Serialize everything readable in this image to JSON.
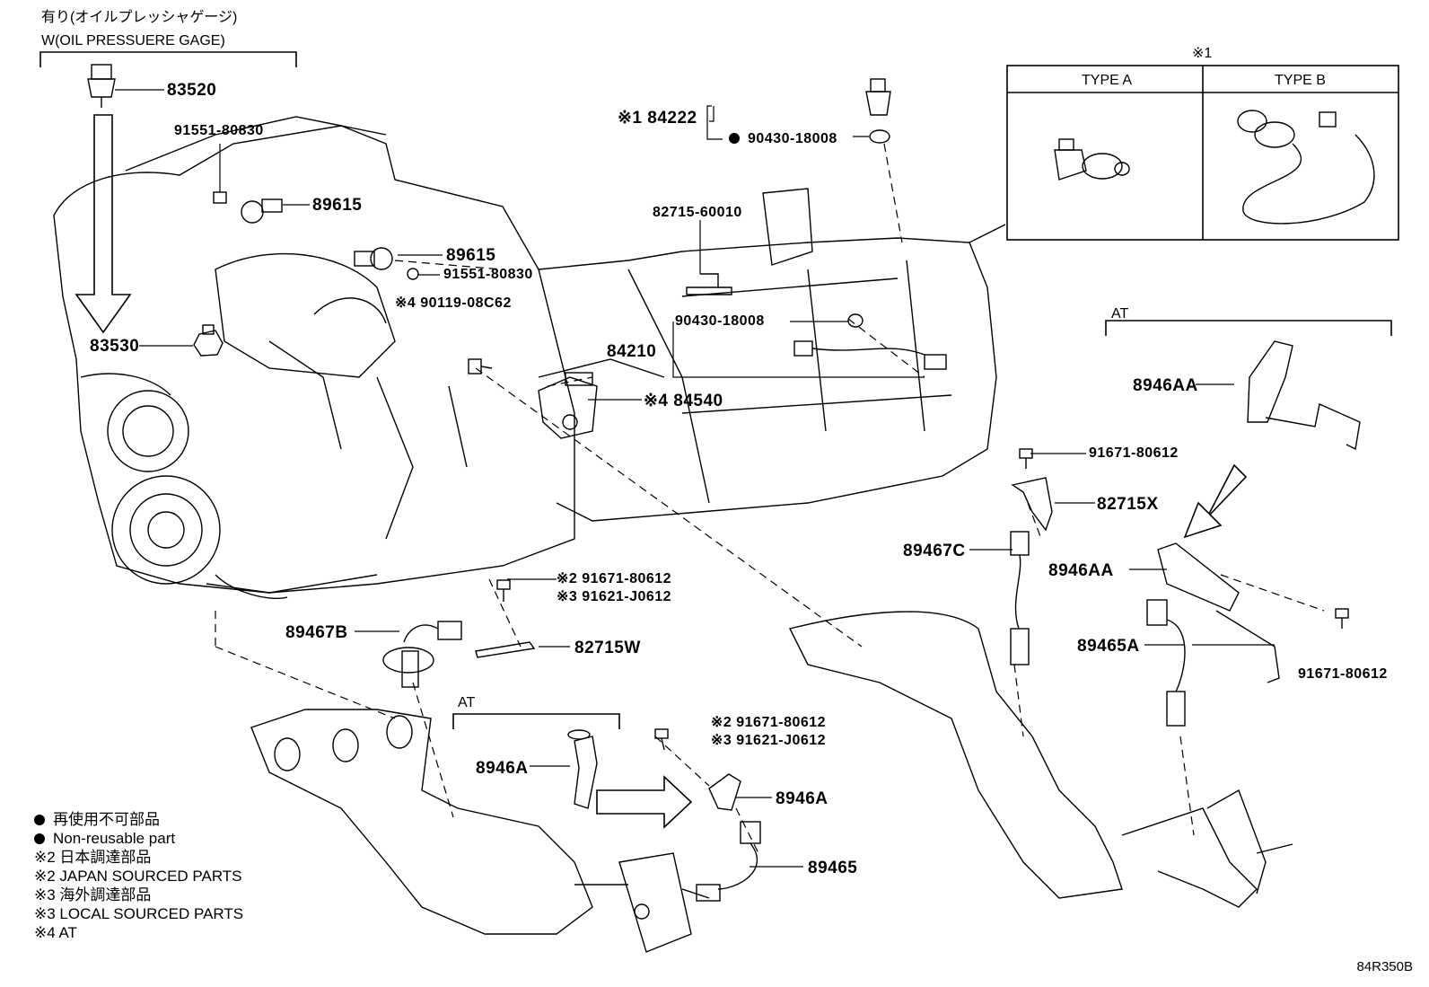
{
  "header": {
    "option_jp": "有り(オイルプレッシャゲージ)",
    "option_en": "W(OIL PRESSUERE GAGE)"
  },
  "inset": {
    "marker": "※1",
    "type_a": "TYPE A",
    "type_b": "TYPE B"
  },
  "groups": {
    "at_upper": "AT",
    "at_lower": "AT"
  },
  "parts": {
    "p83520": "83520",
    "p91551_a": "91551-80830",
    "p89615_a": "89615",
    "p89615_b": "89615",
    "p91551_b": "91551-80830",
    "p90119": "※4 90119-08C62",
    "p83530": "83530",
    "p84222": "※1 84222",
    "p90430_a": "90430-18008",
    "p82715_60010": "82715-60010",
    "p90430_b": "90430-18008",
    "p84210": "84210",
    "p84540": "※4 84540",
    "p8946AA_a": "8946AA",
    "p91671_a": "91671-80612",
    "p82715X": "82715X",
    "p89467C": "89467C",
    "p8946AA_b": "8946AA",
    "p89465A": "89465A",
    "p91671_b": "91671-80612",
    "p91671_c": "※2 91671-80612",
    "p91621_a": "※3 91621-J0612",
    "p89467B": "89467B",
    "p82715W": "82715W",
    "p8946A_a": "8946A",
    "p91671_d": "※2 91671-80612",
    "p91621_b": "※3 91621-J0612",
    "p8946A_b": "8946A",
    "p89465": "89465"
  },
  "legend": {
    "nonreusable_jp": "再使用不可部品",
    "nonreusable_en": "Non-reusable part",
    "note2_jp": "※2 日本調達部品",
    "note2_en": "※2 JAPAN SOURCED PARTS",
    "note3_jp": "※3 海外調達部品",
    "note3_en": "※3 LOCAL SOURCED PARTS",
    "note4": "※4 AT"
  },
  "reference_code": "84R350B"
}
